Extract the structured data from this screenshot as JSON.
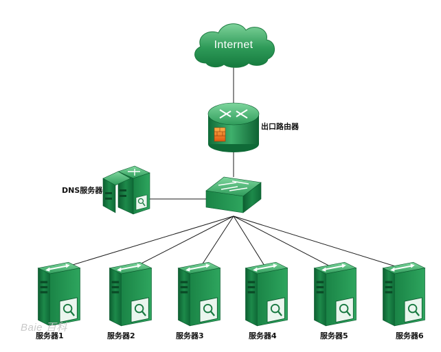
{
  "cloud": {
    "label": "Internet"
  },
  "router": {
    "label": "出口路由器"
  },
  "dns": {
    "label": "DNS服务器"
  },
  "servers": [
    {
      "label": "服务器1"
    },
    {
      "label": "服务器2"
    },
    {
      "label": "服务器3"
    },
    {
      "label": "服务器4"
    },
    {
      "label": "服务器5"
    },
    {
      "label": "服务器6"
    }
  ],
  "watermark": "Baie 百科",
  "colors": {
    "device_dark": "#0e6b38",
    "device_mid": "#1f8f4e",
    "device_light": "#5fc585",
    "line": "#1a1a1a"
  }
}
